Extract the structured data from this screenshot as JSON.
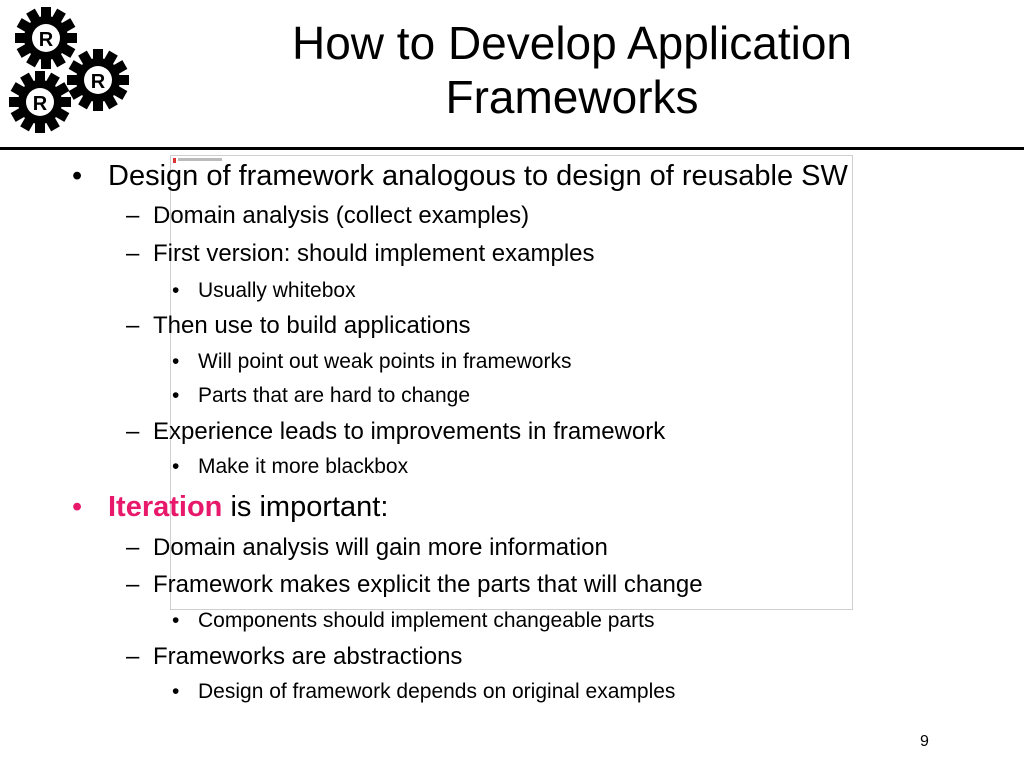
{
  "title": "How to Develop Application Frameworks",
  "logo_letters": [
    "R",
    "R",
    "R"
  ],
  "accent_color": "#e8186b",
  "bullets": [
    {
      "level": 1,
      "marker": "•",
      "text": "Design of framework analogous to design of reusable SW"
    },
    {
      "level": 2,
      "marker": "–",
      "text": "Domain analysis (collect examples)"
    },
    {
      "level": 2,
      "marker": "–",
      "text": "First version: should implement examples"
    },
    {
      "level": 3,
      "marker": "•",
      "text": "Usually whitebox"
    },
    {
      "level": 2,
      "marker": "–",
      "text": "Then use to build applications"
    },
    {
      "level": 3,
      "marker": "•",
      "text": "Will point out weak points in frameworks"
    },
    {
      "level": 3,
      "marker": "•",
      "text": "Parts that are hard to change"
    },
    {
      "level": 2,
      "marker": "–",
      "text": "Experience leads to improvements in framework"
    },
    {
      "level": 3,
      "marker": "•",
      "text": "Make it more blackbox"
    },
    {
      "level": 1,
      "marker": "•",
      "highlight": "Iteration",
      "text": " is important:"
    },
    {
      "level": 2,
      "marker": "–",
      "text": "Domain analysis will gain more information"
    },
    {
      "level": 2,
      "marker": "–",
      "text": "Framework makes explicit the parts that will change"
    },
    {
      "level": 3,
      "marker": "•",
      "text": "Components should implement changeable parts"
    },
    {
      "level": 2,
      "marker": "–",
      "text": "Frameworks are abstractions"
    },
    {
      "level": 3,
      "marker": "•",
      "text": "Design of framework depends on original examples"
    }
  ],
  "page_number": "9"
}
